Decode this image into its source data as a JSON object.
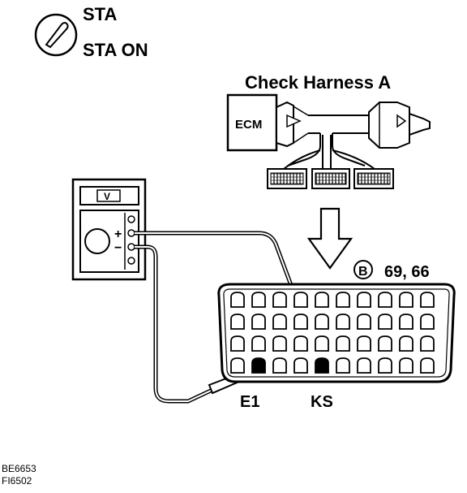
{
  "ignition": {
    "line1": "STA",
    "line2": "STA ON"
  },
  "harness": {
    "title": "Check Harness A",
    "ecm_label": "ECM"
  },
  "meter": {
    "mode_label": "V",
    "plus_label": "+",
    "minus_label": "−"
  },
  "connector": {
    "badge": "B",
    "numbers": "69, 66",
    "terminal_left": "E1",
    "terminal_right": "KS",
    "rows": 4,
    "cols": 10
  },
  "figure_codes": {
    "code1": "BE6653",
    "code2": "FI6502"
  }
}
